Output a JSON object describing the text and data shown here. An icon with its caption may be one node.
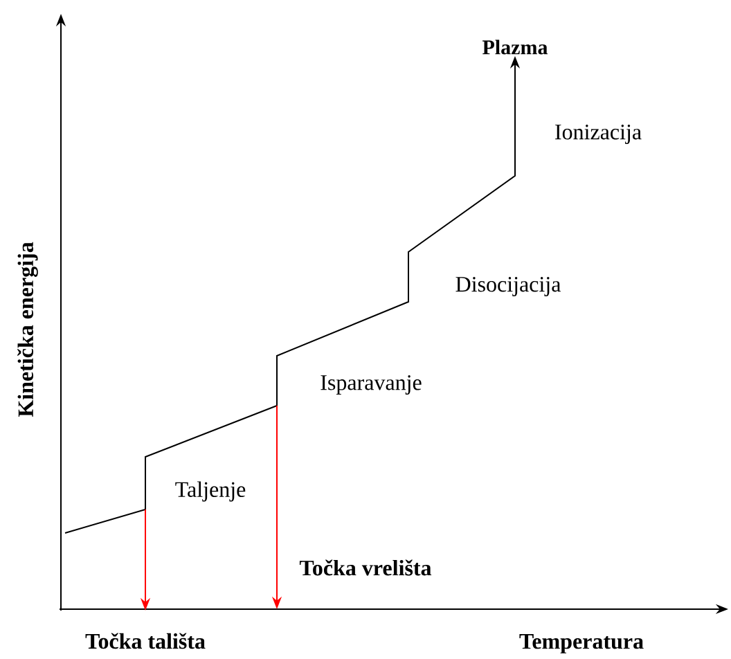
{
  "diagram": {
    "nodes": [
      {
        "text": [
          "Plazma"
        ]
      },
      {
        "text": [
          "Točka tališta"
        ]
      },
      {
        "text": [
          "Točka vrelišta"
        ]
      }
    ],
    "edges": [
      {
        "from": null,
        "to": 0,
        "arrow": "to",
        "color": "#000000"
      },
      {
        "from": null,
        "to": 1,
        "arrow": "to",
        "color": "#ff0000"
      },
      {
        "from": null,
        "to": 2,
        "arrow": "to",
        "color": "#ff0000"
      }
    ],
    "labels": [
      "Ionizacija",
      "Disocijacija",
      "Isparavanje",
      "Taljenje",
      "Kinetička energija",
      "Temperatura"
    ]
  }
}
